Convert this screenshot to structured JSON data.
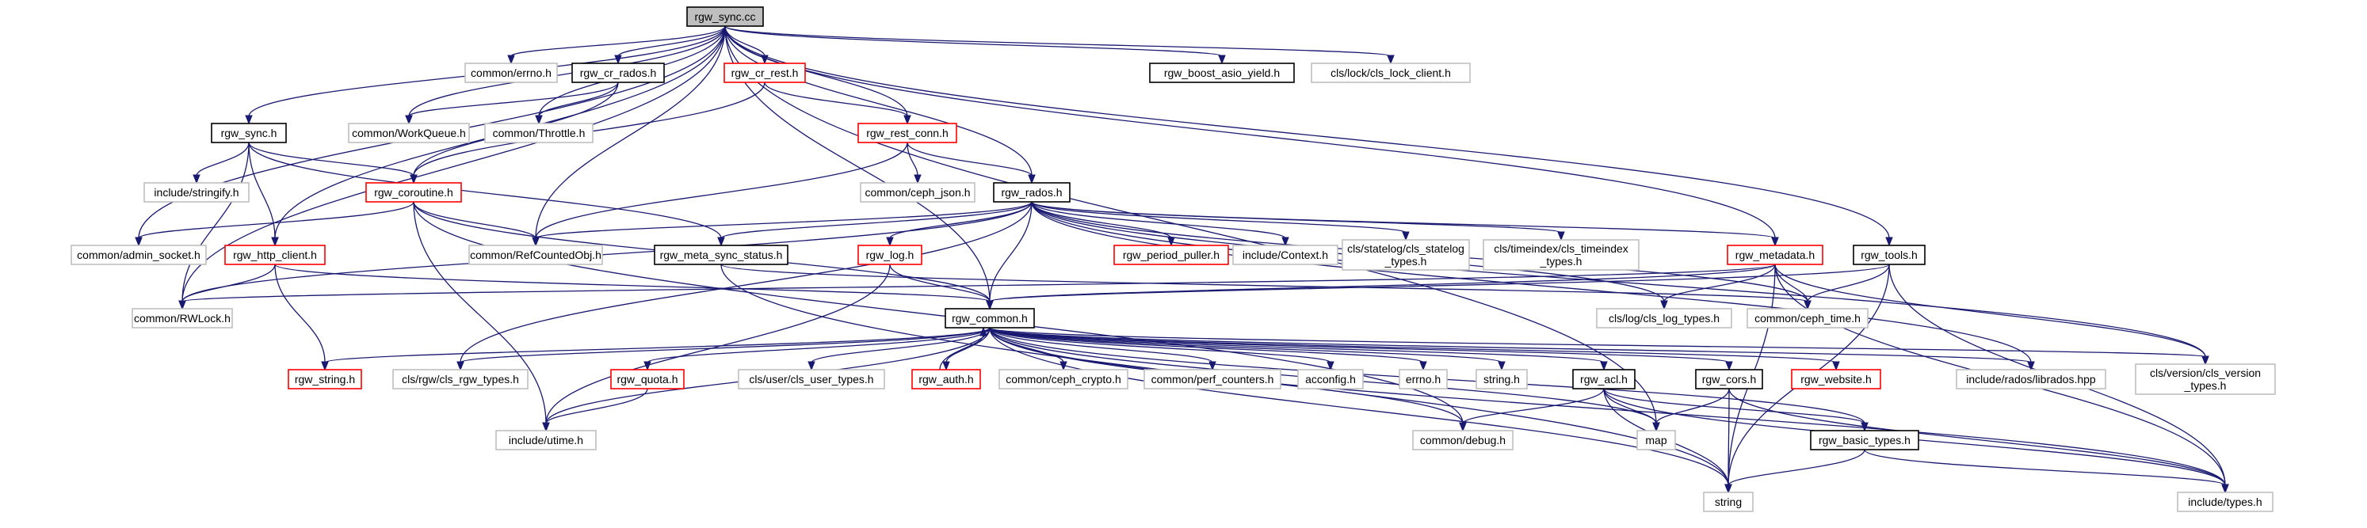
{
  "graph": {
    "nodes": [
      {
        "id": "rgw_sync_cc",
        "lines": [
          "rgw_sync.cc"
        ],
        "style": "root"
      },
      {
        "id": "common_errno_h",
        "lines": [
          "common/errno.h"
        ],
        "style": "gray"
      },
      {
        "id": "rgw_cr_rados_h",
        "lines": [
          "rgw_cr_rados.h"
        ],
        "style": "black"
      },
      {
        "id": "rgw_cr_rest_h",
        "lines": [
          "rgw_cr_rest.h"
        ],
        "style": "red"
      },
      {
        "id": "rgw_boost_asio_yield_h",
        "lines": [
          "rgw_boost_asio_yield.h"
        ],
        "style": "black"
      },
      {
        "id": "cls_lock_client_h",
        "lines": [
          "cls/lock/cls_lock_client.h"
        ],
        "style": "gray"
      },
      {
        "id": "rgw_sync_h",
        "lines": [
          "rgw_sync.h"
        ],
        "style": "black"
      },
      {
        "id": "common_workqueue_h",
        "lines": [
          "common/WorkQueue.h"
        ],
        "style": "gray"
      },
      {
        "id": "common_throttle_h",
        "lines": [
          "common/Throttle.h"
        ],
        "style": "gray"
      },
      {
        "id": "rgw_rest_conn_h",
        "lines": [
          "rgw_rest_conn.h"
        ],
        "style": "red"
      },
      {
        "id": "include_stringify_h",
        "lines": [
          "include/stringify.h"
        ],
        "style": "gray"
      },
      {
        "id": "rgw_coroutine_h",
        "lines": [
          "rgw_coroutine.h"
        ],
        "style": "red"
      },
      {
        "id": "common_ceph_json_h",
        "lines": [
          "common/ceph_json.h"
        ],
        "style": "gray"
      },
      {
        "id": "rgw_rados_h",
        "lines": [
          "rgw_rados.h"
        ],
        "style": "black"
      },
      {
        "id": "common_admin_socket_h",
        "lines": [
          "common/admin_socket.h"
        ],
        "style": "gray"
      },
      {
        "id": "rgw_http_client_h",
        "lines": [
          "rgw_http_client.h"
        ],
        "style": "red"
      },
      {
        "id": "common_refcountedobj_h",
        "lines": [
          "common/RefCountedObj.h"
        ],
        "style": "gray"
      },
      {
        "id": "rgw_meta_sync_status_h",
        "lines": [
          "rgw_meta_sync_status.h"
        ],
        "style": "black"
      },
      {
        "id": "rgw_log_h",
        "lines": [
          "rgw_log.h"
        ],
        "style": "red"
      },
      {
        "id": "rgw_period_puller_h",
        "lines": [
          "rgw_period_puller.h"
        ],
        "style": "red"
      },
      {
        "id": "include_context_h",
        "lines": [
          "include/Context.h"
        ],
        "style": "gray"
      },
      {
        "id": "cls_statelog_types_h",
        "lines": [
          "cls/statelog/cls_statelog",
          "_types.h"
        ],
        "style": "gray"
      },
      {
        "id": "cls_timeindex_types_h",
        "lines": [
          "cls/timeindex/cls_timeindex",
          "_types.h"
        ],
        "style": "gray"
      },
      {
        "id": "rgw_metadata_h",
        "lines": [
          "rgw_metadata.h"
        ],
        "style": "red"
      },
      {
        "id": "rgw_tools_h",
        "lines": [
          "rgw_tools.h"
        ],
        "style": "black"
      },
      {
        "id": "common_rwlock_h",
        "lines": [
          "common/RWLock.h"
        ],
        "style": "gray"
      },
      {
        "id": "rgw_common_h",
        "lines": [
          "rgw_common.h"
        ],
        "style": "black"
      },
      {
        "id": "cls_log_types_h",
        "lines": [
          "cls/log/cls_log_types.h"
        ],
        "style": "gray"
      },
      {
        "id": "common_ceph_time_h",
        "lines": [
          "common/ceph_time.h"
        ],
        "style": "gray"
      },
      {
        "id": "rgw_string_h",
        "lines": [
          "rgw_string.h"
        ],
        "style": "red"
      },
      {
        "id": "cls_rgw_types_h",
        "lines": [
          "cls/rgw/cls_rgw_types.h"
        ],
        "style": "gray"
      },
      {
        "id": "rgw_quota_h",
        "lines": [
          "rgw_quota.h"
        ],
        "style": "red"
      },
      {
        "id": "cls_user_types_h",
        "lines": [
          "cls/user/cls_user_types.h"
        ],
        "style": "gray"
      },
      {
        "id": "rgw_auth_h",
        "lines": [
          "rgw_auth.h"
        ],
        "style": "red"
      },
      {
        "id": "common_ceph_crypto_h",
        "lines": [
          "common/ceph_crypto.h"
        ],
        "style": "gray"
      },
      {
        "id": "common_perf_counters_h",
        "lines": [
          "common/perf_counters.h"
        ],
        "style": "gray"
      },
      {
        "id": "acconfig_h",
        "lines": [
          "acconfig.h"
        ],
        "style": "gray"
      },
      {
        "id": "errno_h",
        "lines": [
          "errno.h"
        ],
        "style": "gray"
      },
      {
        "id": "string_h",
        "lines": [
          "string.h"
        ],
        "style": "gray"
      },
      {
        "id": "rgw_acl_h",
        "lines": [
          "rgw_acl.h"
        ],
        "style": "black"
      },
      {
        "id": "rgw_cors_h",
        "lines": [
          "rgw_cors.h"
        ],
        "style": "black"
      },
      {
        "id": "rgw_website_h",
        "lines": [
          "rgw_website.h"
        ],
        "style": "red"
      },
      {
        "id": "include_rados_librados_hpp",
        "lines": [
          "include/rados/librados.hpp"
        ],
        "style": "gray"
      },
      {
        "id": "cls_version_types_h",
        "lines": [
          "cls/version/cls_version",
          "_types.h"
        ],
        "style": "gray"
      },
      {
        "id": "include_utime_h",
        "lines": [
          "include/utime.h"
        ],
        "style": "gray"
      },
      {
        "id": "common_debug_h",
        "lines": [
          "common/debug.h"
        ],
        "style": "gray"
      },
      {
        "id": "map",
        "lines": [
          "map"
        ],
        "style": "gray"
      },
      {
        "id": "rgw_basic_types_h",
        "lines": [
          "rgw_basic_types.h"
        ],
        "style": "black"
      },
      {
        "id": "string",
        "lines": [
          "string"
        ],
        "style": "gray"
      },
      {
        "id": "include_types_h",
        "lines": [
          "include/types.h"
        ],
        "style": "gray"
      }
    ],
    "edges": [
      [
        "rgw_sync_cc",
        "common_errno_h"
      ],
      [
        "rgw_sync_cc",
        "rgw_cr_rados_h"
      ],
      [
        "rgw_sync_cc",
        "rgw_cr_rest_h"
      ],
      [
        "rgw_sync_cc",
        "rgw_boost_asio_yield_h"
      ],
      [
        "rgw_sync_cc",
        "cls_lock_client_h"
      ],
      [
        "rgw_sync_cc",
        "rgw_sync_h"
      ],
      [
        "rgw_sync_cc",
        "common_workqueue_h"
      ],
      [
        "rgw_sync_cc",
        "common_throttle_h"
      ],
      [
        "rgw_sync_cc",
        "rgw_rest_conn_h"
      ],
      [
        "rgw_sync_cc",
        "rgw_rados_h"
      ],
      [
        "rgw_sync_cc",
        "common_admin_socket_h"
      ],
      [
        "rgw_sync_cc",
        "rgw_http_client_h"
      ],
      [
        "rgw_sync_cc",
        "common_refcountedobj_h"
      ],
      [
        "rgw_sync_cc",
        "rgw_metadata_h"
      ],
      [
        "rgw_sync_cc",
        "rgw_tools_h"
      ],
      [
        "rgw_sync_cc",
        "common_rwlock_h"
      ],
      [
        "rgw_sync_cc",
        "rgw_common_h"
      ],
      [
        "rgw_sync_cc",
        "map"
      ],
      [
        "rgw_cr_rados_h",
        "common_workqueue_h"
      ],
      [
        "rgw_cr_rados_h",
        "common_throttle_h"
      ],
      [
        "rgw_cr_rados_h",
        "rgw_coroutine_h"
      ],
      [
        "rgw_cr_rest_h",
        "rgw_rest_conn_h"
      ],
      [
        "rgw_cr_rest_h",
        "rgw_coroutine_h"
      ],
      [
        "rgw_sync_h",
        "include_stringify_h"
      ],
      [
        "rgw_sync_h",
        "rgw_coroutine_h"
      ],
      [
        "rgw_sync_h",
        "rgw_http_client_h"
      ],
      [
        "rgw_sync_h",
        "rgw_meta_sync_status_h"
      ],
      [
        "rgw_sync_h",
        "common_rwlock_h"
      ],
      [
        "rgw_rest_conn_h",
        "common_ceph_json_h"
      ],
      [
        "rgw_rest_conn_h",
        "rgw_rados_h"
      ],
      [
        "rgw_rest_conn_h",
        "common_refcountedobj_h"
      ],
      [
        "rgw_coroutine_h",
        "common_admin_socket_h"
      ],
      [
        "rgw_coroutine_h",
        "common_refcountedobj_h"
      ],
      [
        "rgw_coroutine_h",
        "rgw_common_h"
      ],
      [
        "rgw_coroutine_h",
        "include_utime_h"
      ],
      [
        "rgw_coroutine_h",
        "common_debug_h"
      ],
      [
        "rgw_rados_h",
        "common_refcountedobj_h"
      ],
      [
        "rgw_rados_h",
        "rgw_meta_sync_status_h"
      ],
      [
        "rgw_rados_h",
        "rgw_log_h"
      ],
      [
        "rgw_rados_h",
        "rgw_period_puller_h"
      ],
      [
        "rgw_rados_h",
        "include_context_h"
      ],
      [
        "rgw_rados_h",
        "cls_statelog_types_h"
      ],
      [
        "rgw_rados_h",
        "cls_timeindex_types_h"
      ],
      [
        "rgw_rados_h",
        "rgw_metadata_h"
      ],
      [
        "rgw_rados_h",
        "common_rwlock_h"
      ],
      [
        "rgw_rados_h",
        "rgw_common_h"
      ],
      [
        "rgw_rados_h",
        "cls_log_types_h"
      ],
      [
        "rgw_rados_h",
        "common_ceph_time_h"
      ],
      [
        "rgw_rados_h",
        "cls_rgw_types_h"
      ],
      [
        "rgw_rados_h",
        "cls_version_types_h"
      ],
      [
        "rgw_rados_h",
        "include_rados_librados_hpp"
      ],
      [
        "rgw_http_client_h",
        "common_rwlock_h"
      ],
      [
        "rgw_http_client_h",
        "rgw_common_h"
      ],
      [
        "rgw_http_client_h",
        "rgw_string_h"
      ],
      [
        "rgw_meta_sync_status_h",
        "common_ceph_time_h"
      ],
      [
        "rgw_meta_sync_status_h",
        "string"
      ],
      [
        "rgw_log_h",
        "rgw_common_h"
      ],
      [
        "rgw_log_h",
        "include_utime_h"
      ],
      [
        "rgw_metadata_h",
        "rgw_common_h"
      ],
      [
        "rgw_metadata_h",
        "common_rwlock_h"
      ],
      [
        "rgw_metadata_h",
        "cls_log_types_h"
      ],
      [
        "rgw_metadata_h",
        "common_ceph_time_h"
      ],
      [
        "rgw_metadata_h",
        "cls_version_types_h"
      ],
      [
        "rgw_metadata_h",
        "include_types_h"
      ],
      [
        "rgw_metadata_h",
        "string"
      ],
      [
        "rgw_tools_h",
        "rgw_common_h"
      ],
      [
        "rgw_tools_h",
        "common_ceph_time_h"
      ],
      [
        "rgw_tools_h",
        "include_types_h"
      ],
      [
        "rgw_tools_h",
        "string"
      ],
      [
        "rgw_common_h",
        "rgw_string_h"
      ],
      [
        "rgw_common_h",
        "cls_rgw_types_h"
      ],
      [
        "rgw_common_h",
        "rgw_quota_h"
      ],
      [
        "rgw_common_h",
        "cls_user_types_h"
      ],
      [
        "rgw_common_h",
        "rgw_auth_h"
      ],
      [
        "rgw_common_h",
        "common_ceph_crypto_h"
      ],
      [
        "rgw_common_h",
        "common_perf_counters_h"
      ],
      [
        "rgw_common_h",
        "acconfig_h"
      ],
      [
        "rgw_common_h",
        "errno_h"
      ],
      [
        "rgw_common_h",
        "string_h"
      ],
      [
        "rgw_common_h",
        "rgw_acl_h"
      ],
      [
        "rgw_common_h",
        "rgw_cors_h"
      ],
      [
        "rgw_common_h",
        "rgw_website_h"
      ],
      [
        "rgw_common_h",
        "include_rados_librados_hpp"
      ],
      [
        "rgw_common_h",
        "cls_version_types_h"
      ],
      [
        "rgw_common_h",
        "include_utime_h"
      ],
      [
        "rgw_common_h",
        "common_debug_h"
      ],
      [
        "rgw_common_h",
        "map"
      ],
      [
        "rgw_common_h",
        "rgw_basic_types_h"
      ],
      [
        "rgw_common_h",
        "string"
      ],
      [
        "rgw_common_h",
        "include_types_h"
      ],
      [
        "rgw_auth_h",
        "rgw_common_h"
      ],
      [
        "rgw_quota_h",
        "include_utime_h"
      ],
      [
        "rgw_acl_h",
        "common_debug_h"
      ],
      [
        "rgw_acl_h",
        "map"
      ],
      [
        "rgw_acl_h",
        "rgw_basic_types_h"
      ],
      [
        "rgw_acl_h",
        "string"
      ],
      [
        "rgw_acl_h",
        "include_types_h"
      ],
      [
        "rgw_cors_h",
        "map"
      ],
      [
        "rgw_cors_h",
        "string"
      ],
      [
        "rgw_cors_h",
        "include_types_h"
      ],
      [
        "rgw_basic_types_h",
        "string"
      ],
      [
        "rgw_basic_types_h",
        "include_types_h"
      ]
    ]
  }
}
